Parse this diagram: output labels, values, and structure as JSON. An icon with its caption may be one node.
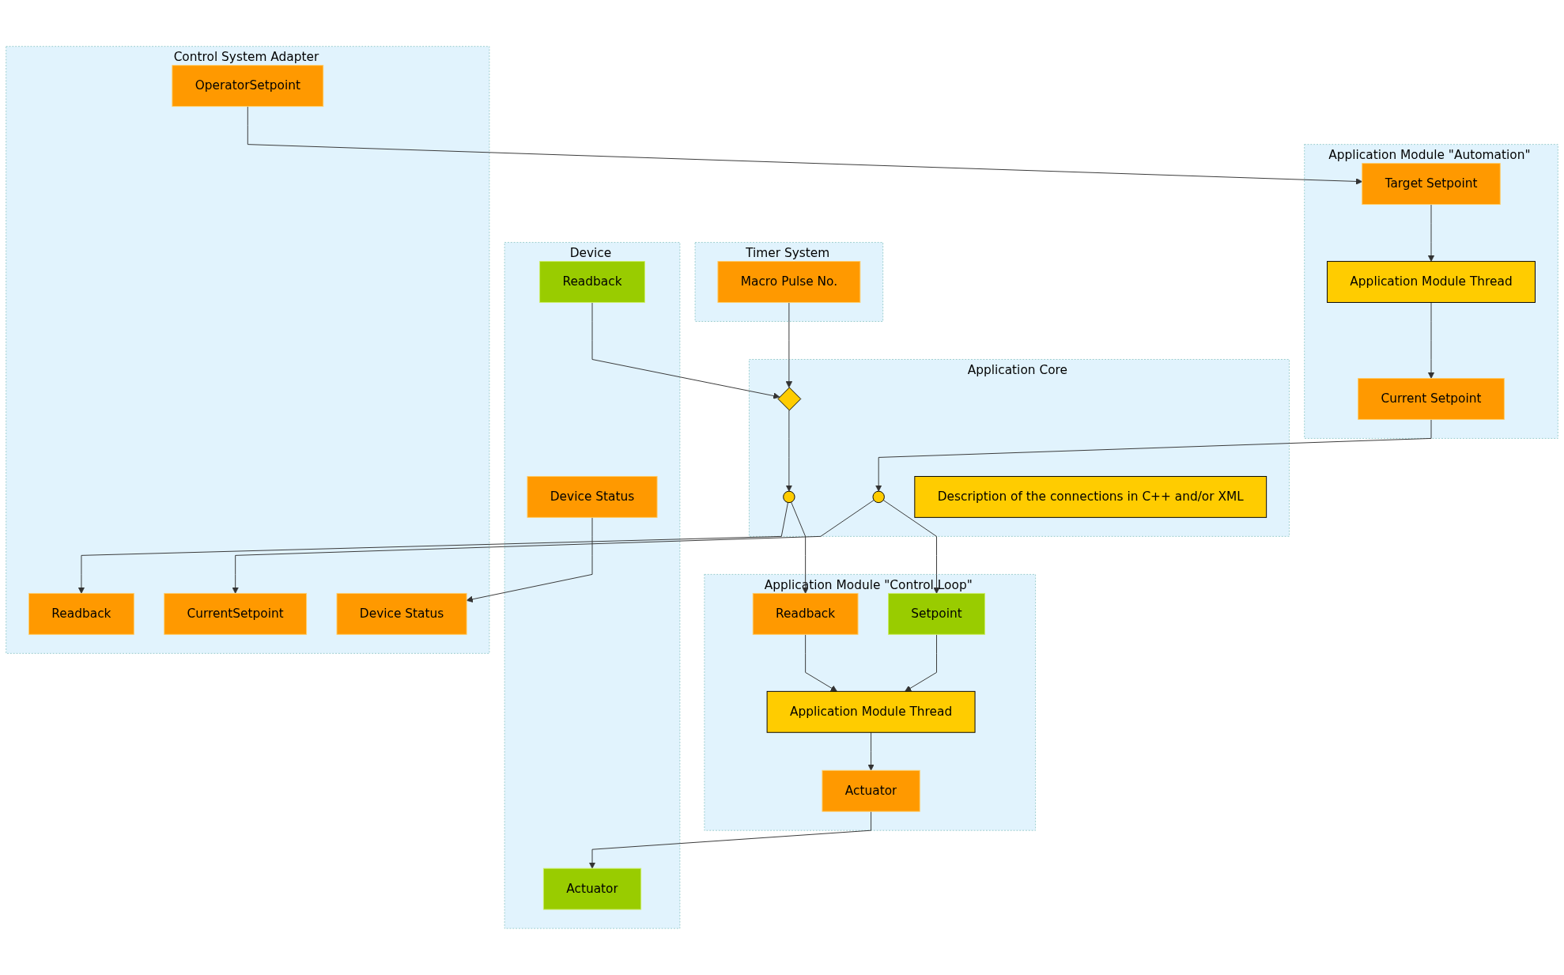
{
  "diagram": {
    "nodes": [
      {
        "text": [
          "Timer System"
        ]
      },
      {
        "text": [
          "Macro Pulse No."
        ],
        "in": 0
      },
      {
        "text": [
          "Device"
        ]
      },
      {
        "text": [
          "Device Status"
        ],
        "in": 2
      },
      {
        "text": [
          "Readback"
        ],
        "in": 2
      },
      {
        "text": [
          "Actuator"
        ],
        "in": 2
      },
      {
        "text": [
          "Application Core"
        ]
      },
      {
        "text": [],
        "shape": "diamond",
        "in": 6
      },
      {
        "text": [],
        "shape": "circle",
        "in": 6
      },
      {
        "text": [
          "Description of the connections in C++ and/or XML"
        ],
        "in": 6
      },
      {
        "text": [],
        "shape": "circle",
        "in": 6
      },
      {
        "text": [
          "Application Module \"Control Loop\""
        ]
      },
      {
        "text": [
          "Actuator"
        ],
        "in": 11
      },
      {
        "text": [
          "Readback"
        ],
        "in": 11
      },
      {
        "text": [
          "Setpoint"
        ],
        "in": 11
      },
      {
        "text": [
          "Application Module Thread"
        ],
        "in": 11
      },
      {
        "text": [
          "Application Module \"Automation\""
        ]
      },
      {
        "text": [
          "Current Setpoint"
        ],
        "in": 16
      },
      {
        "text": [
          "Target Setpoint"
        ],
        "in": 16
      },
      {
        "text": [
          "Application Module Thread"
        ],
        "in": 16
      },
      {
        "text": [
          "Control System Adapter"
        ]
      },
      {
        "text": [
          "Device Status"
        ],
        "in": 20
      },
      {
        "text": [
          "Readback"
        ],
        "in": 20
      },
      {
        "text": [
          "CurrentSetpoint"
        ],
        "in": 20
      },
      {
        "text": [
          "OperatorSetpoint"
        ],
        "in": 20
      }
    ],
    "edges": [
      {
        "from": 1,
        "to": 7,
        "arrow": "to"
      },
      {
        "from": 4,
        "to": 7,
        "arrow": "to"
      },
      {
        "from": 7,
        "to": 8,
        "arrow": "to"
      },
      {
        "from": 8,
        "to": 13,
        "arrow": "to"
      },
      {
        "from": 13,
        "to": 15,
        "arrow": "to"
      },
      {
        "from": 14,
        "to": 15,
        "arrow": "to"
      },
      {
        "from": 15,
        "to": 12,
        "arrow": "to"
      },
      {
        "from": 12,
        "to": 5,
        "arrow": "to"
      },
      {
        "from": 3,
        "to": 21,
        "arrow": "to"
      },
      {
        "from": 8,
        "to": 22,
        "arrow": "to"
      },
      {
        "from": 19,
        "to": 17,
        "arrow": "to"
      },
      {
        "from": 17,
        "to": 10,
        "arrow": "to"
      },
      {
        "from": 10,
        "to": 14,
        "arrow": "to"
      },
      {
        "from": 10,
        "to": 23,
        "arrow": "to"
      },
      {
        "from": 18,
        "to": 19,
        "arrow": "to"
      },
      {
        "from": 24,
        "to": 18,
        "arrow": "to"
      }
    ]
  }
}
